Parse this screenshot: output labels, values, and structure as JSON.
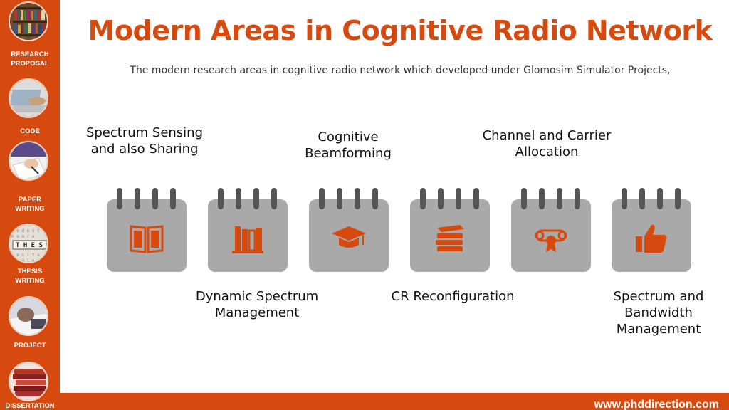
{
  "header": {
    "title": "Modern Areas in Cognitive Radio Network",
    "subtitle": "The modern research areas in cognitive radio network which developed under Glomosim Simulator Projects,"
  },
  "sidebar": {
    "items": [
      {
        "label": "RESEARCH\nPROPOSAL",
        "icon": "bookshelf-icon"
      },
      {
        "label": "CODE",
        "icon": "laptop-icon"
      },
      {
        "label": "PAPER\nWRITING",
        "icon": "writing-hand-icon"
      },
      {
        "label": "THESIS\nWRITING",
        "icon": "thesis-icon"
      },
      {
        "label": "PROJECT",
        "icon": "desk-icon"
      },
      {
        "label": "DISSERTATION",
        "icon": "book-stack-icon"
      }
    ]
  },
  "areas": {
    "top": [
      {
        "label": "Spectrum Sensing\nand also Sharing"
      },
      {
        "label": "Cognitive\nBeamforming"
      },
      {
        "label": "Channel and Carrier\nAllocation"
      }
    ],
    "bottom": [
      {
        "label": "Dynamic Spectrum\nManagement"
      },
      {
        "label": "CR Reconfiguration"
      },
      {
        "label": "Spectrum and\nBandwidth\nManagement"
      }
    ],
    "icons": [
      "open-book-icon",
      "books-icon",
      "graduation-cap-icon",
      "book-stack-icon",
      "diploma-icon",
      "thumbs-up-icon"
    ]
  },
  "footer": {
    "url": "www.phddirection.com"
  },
  "colors": {
    "accent": "#d64a0f",
    "calendar": "#a9a9a9",
    "ring": "#555555"
  }
}
